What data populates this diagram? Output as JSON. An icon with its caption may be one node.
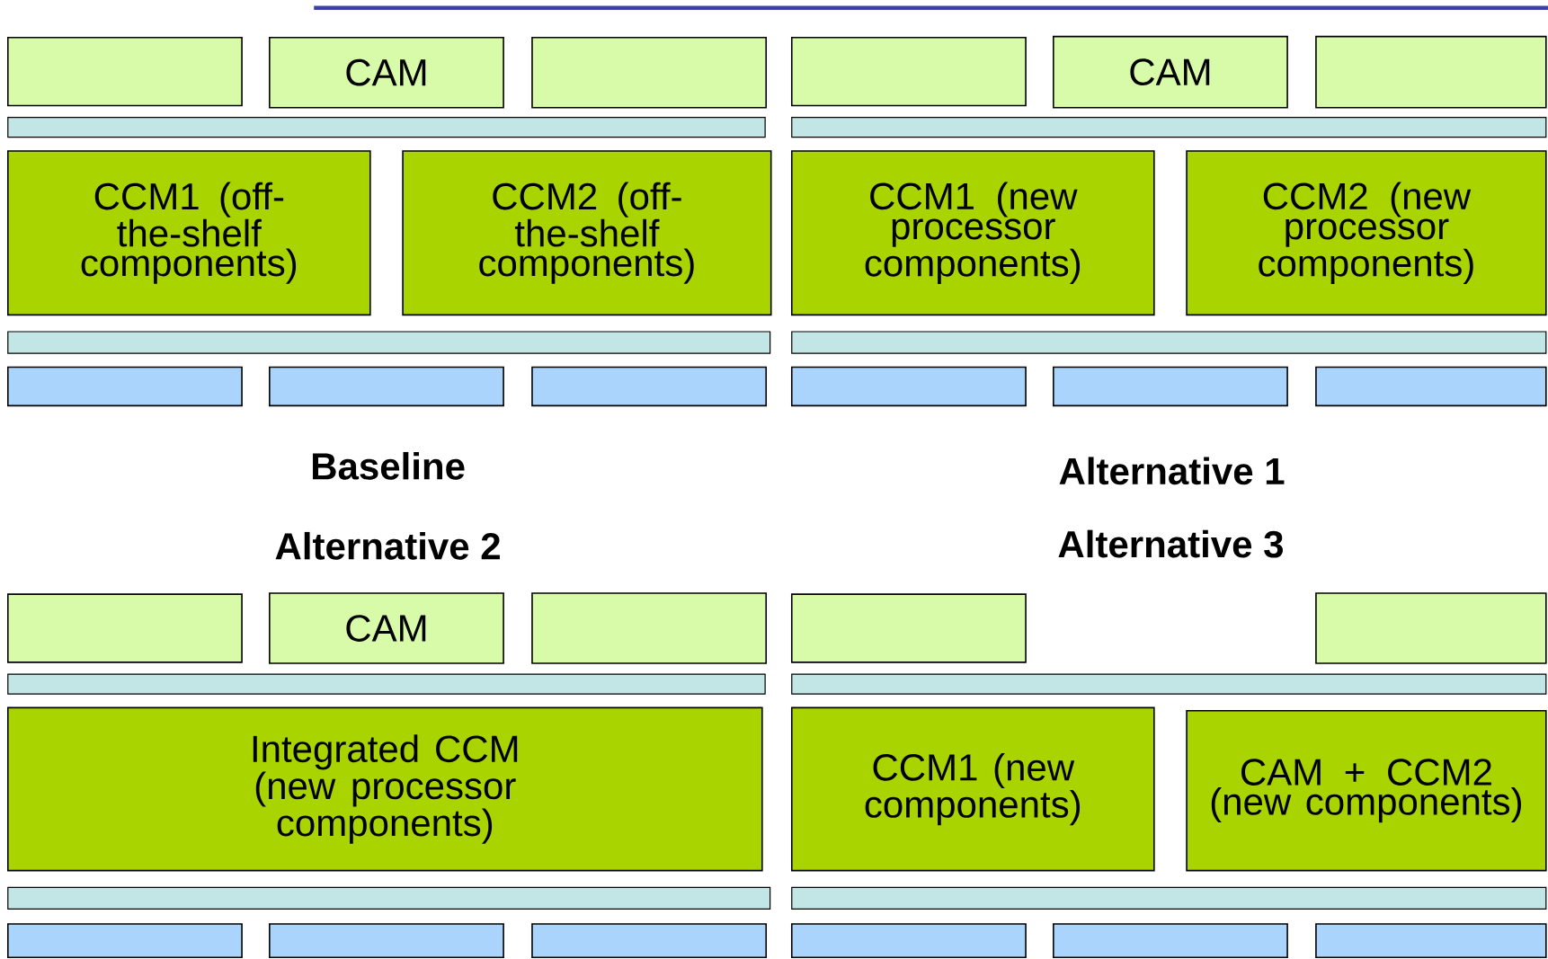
{
  "diagram": {
    "nodes": [
      {
        "text": [],
        "shape": "box"
      },
      {
        "text": [
          "CAM"
        ]
      },
      {
        "text": [],
        "shape": "box"
      },
      {
        "text": [],
        "shape": "bar"
      },
      {
        "text": [
          "CCM1 (off-the-shelf components)"
        ]
      },
      {
        "text": [
          "CCM2 (off-the-shelf components)"
        ]
      },
      {
        "text": [],
        "shape": "bar"
      },
      {
        "text": [],
        "shape": "box"
      },
      {
        "text": [],
        "shape": "box"
      },
      {
        "text": [],
        "shape": "box"
      },
      {
        "text": [],
        "shape": "box"
      },
      {
        "text": [
          "CAM"
        ]
      },
      {
        "text": [],
        "shape": "box"
      },
      {
        "text": [],
        "shape": "bar"
      },
      {
        "text": [
          "CCM1 (new processor components)"
        ]
      },
      {
        "text": [
          "CCM2 (new processor components)"
        ]
      },
      {
        "text": [],
        "shape": "bar"
      },
      {
        "text": [],
        "shape": "box"
      },
      {
        "text": [],
        "shape": "box"
      },
      {
        "text": [],
        "shape": "box"
      },
      {
        "text": [],
        "shape": "box"
      },
      {
        "text": [
          "CAM"
        ]
      },
      {
        "text": [],
        "shape": "box"
      },
      {
        "text": [],
        "shape": "bar"
      },
      {
        "text": [
          "Integrated CCM (new processor components)"
        ]
      },
      {
        "text": [],
        "shape": "bar"
      },
      {
        "text": [],
        "shape": "box"
      },
      {
        "text": [],
        "shape": "box"
      },
      {
        "text": [],
        "shape": "box"
      },
      {
        "text": [],
        "shape": "box"
      },
      {
        "text": [],
        "shape": "box"
      },
      {
        "text": [],
        "shape": "bar"
      },
      {
        "text": [
          "CCM1 (new components)"
        ]
      },
      {
        "text": [
          "CAM + CCM2 (new components)"
        ]
      },
      {
        "text": [],
        "shape": "bar"
      },
      {
        "text": [],
        "shape": "box"
      },
      {
        "text": [],
        "shape": "box"
      },
      {
        "text": [],
        "shape": "box"
      }
    ],
    "labels": [
      "Baseline",
      "Alternative 1",
      "Alternative 2",
      "Alternative 3"
    ]
  }
}
